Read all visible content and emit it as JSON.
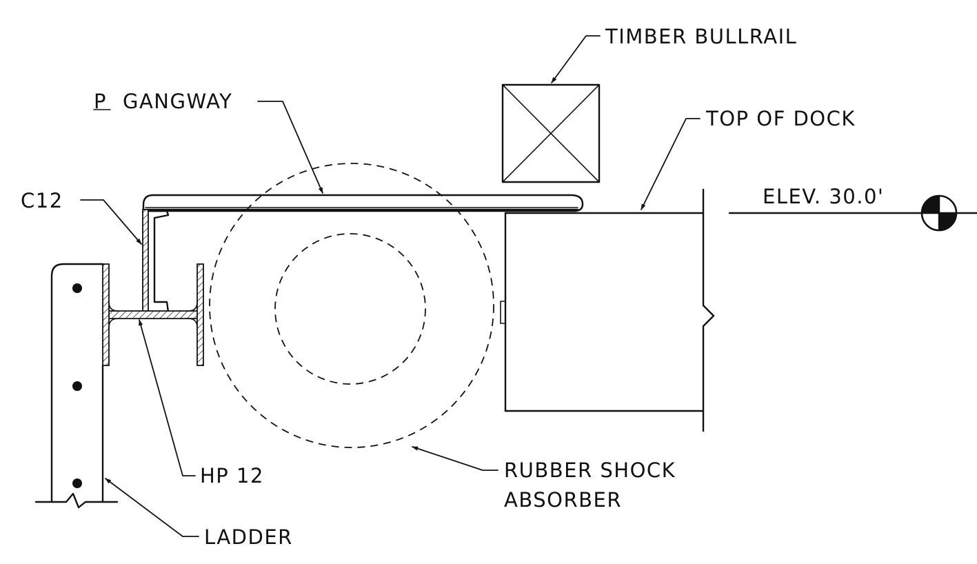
{
  "labels": {
    "timber_bullrail": "TIMBER BULLRAIL",
    "gangway": "GANGWAY",
    "top_of_dock": "TOP OF DOCK",
    "c12": "C12",
    "elevation": "ELEV. 30.0'",
    "rubber_shock_line1": "RUBBER SHOCK",
    "rubber_shock_line2": "ABSORBER",
    "hp12": "HP 12",
    "ladder": "LADDER"
  },
  "symbols": {
    "centerline_plate": "plate-centerline-icon",
    "elevation_marker": "elevation-marker-icon"
  }
}
